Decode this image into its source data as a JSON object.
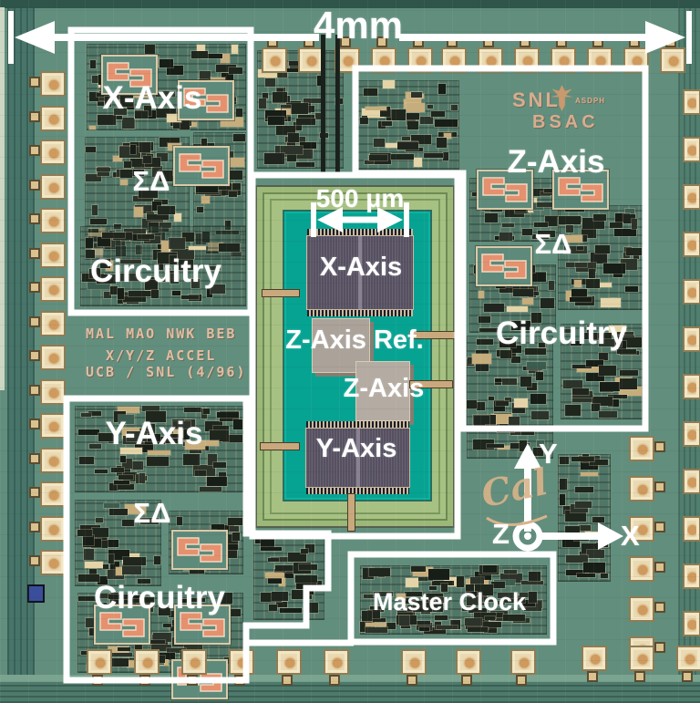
{
  "figure": {
    "kind": "annotated accelerometer die micrograph",
    "dimension_label": "4mm",
    "scale_label": "500 μm"
  },
  "blocks": {
    "x_axis": {
      "title": "X-Axis",
      "modulator": "ΣΔ",
      "circuitry": "Circuitry"
    },
    "y_axis": {
      "title": "Y-Axis",
      "modulator": "ΣΔ",
      "circuitry": "Circuitry"
    },
    "z_axis": {
      "title": "Z-Axis",
      "modulator": "ΣΔ",
      "circuitry": "Circuitry"
    },
    "master_clock": {
      "title": "Master Clock"
    }
  },
  "sensors": {
    "x": "X-Axis",
    "z_ref": "Z-Axis Ref.",
    "z": "Z-Axis",
    "y": "Y-Axis"
  },
  "axes": {
    "x": "X",
    "y": "Y",
    "z": "Z"
  },
  "etched_text": {
    "line1": "MAL MAO NWK BEB",
    "line2": "X/Y/Z ACCEL",
    "line3": "UCB / SNL (4/96)"
  },
  "logo": {
    "snl": "SNL",
    "bsac": "BSAC",
    "micro": "ASDPH"
  },
  "signature": "Cal",
  "colors": {
    "die_teal": "#628e7d",
    "margin_teal": "#47756a",
    "sensor_field_green": "#a7c183",
    "sensor_well_teal": "#07a392",
    "proof_mass_gray": "#565061",
    "z_plate_gray": "#aba29a",
    "pad_cream": "#e9dab3",
    "pad_orange": "#cf9a5e",
    "salmon_structure": "#e5916f",
    "annotation_white": "#ffffff",
    "etched_tan": "#e0bda4"
  }
}
